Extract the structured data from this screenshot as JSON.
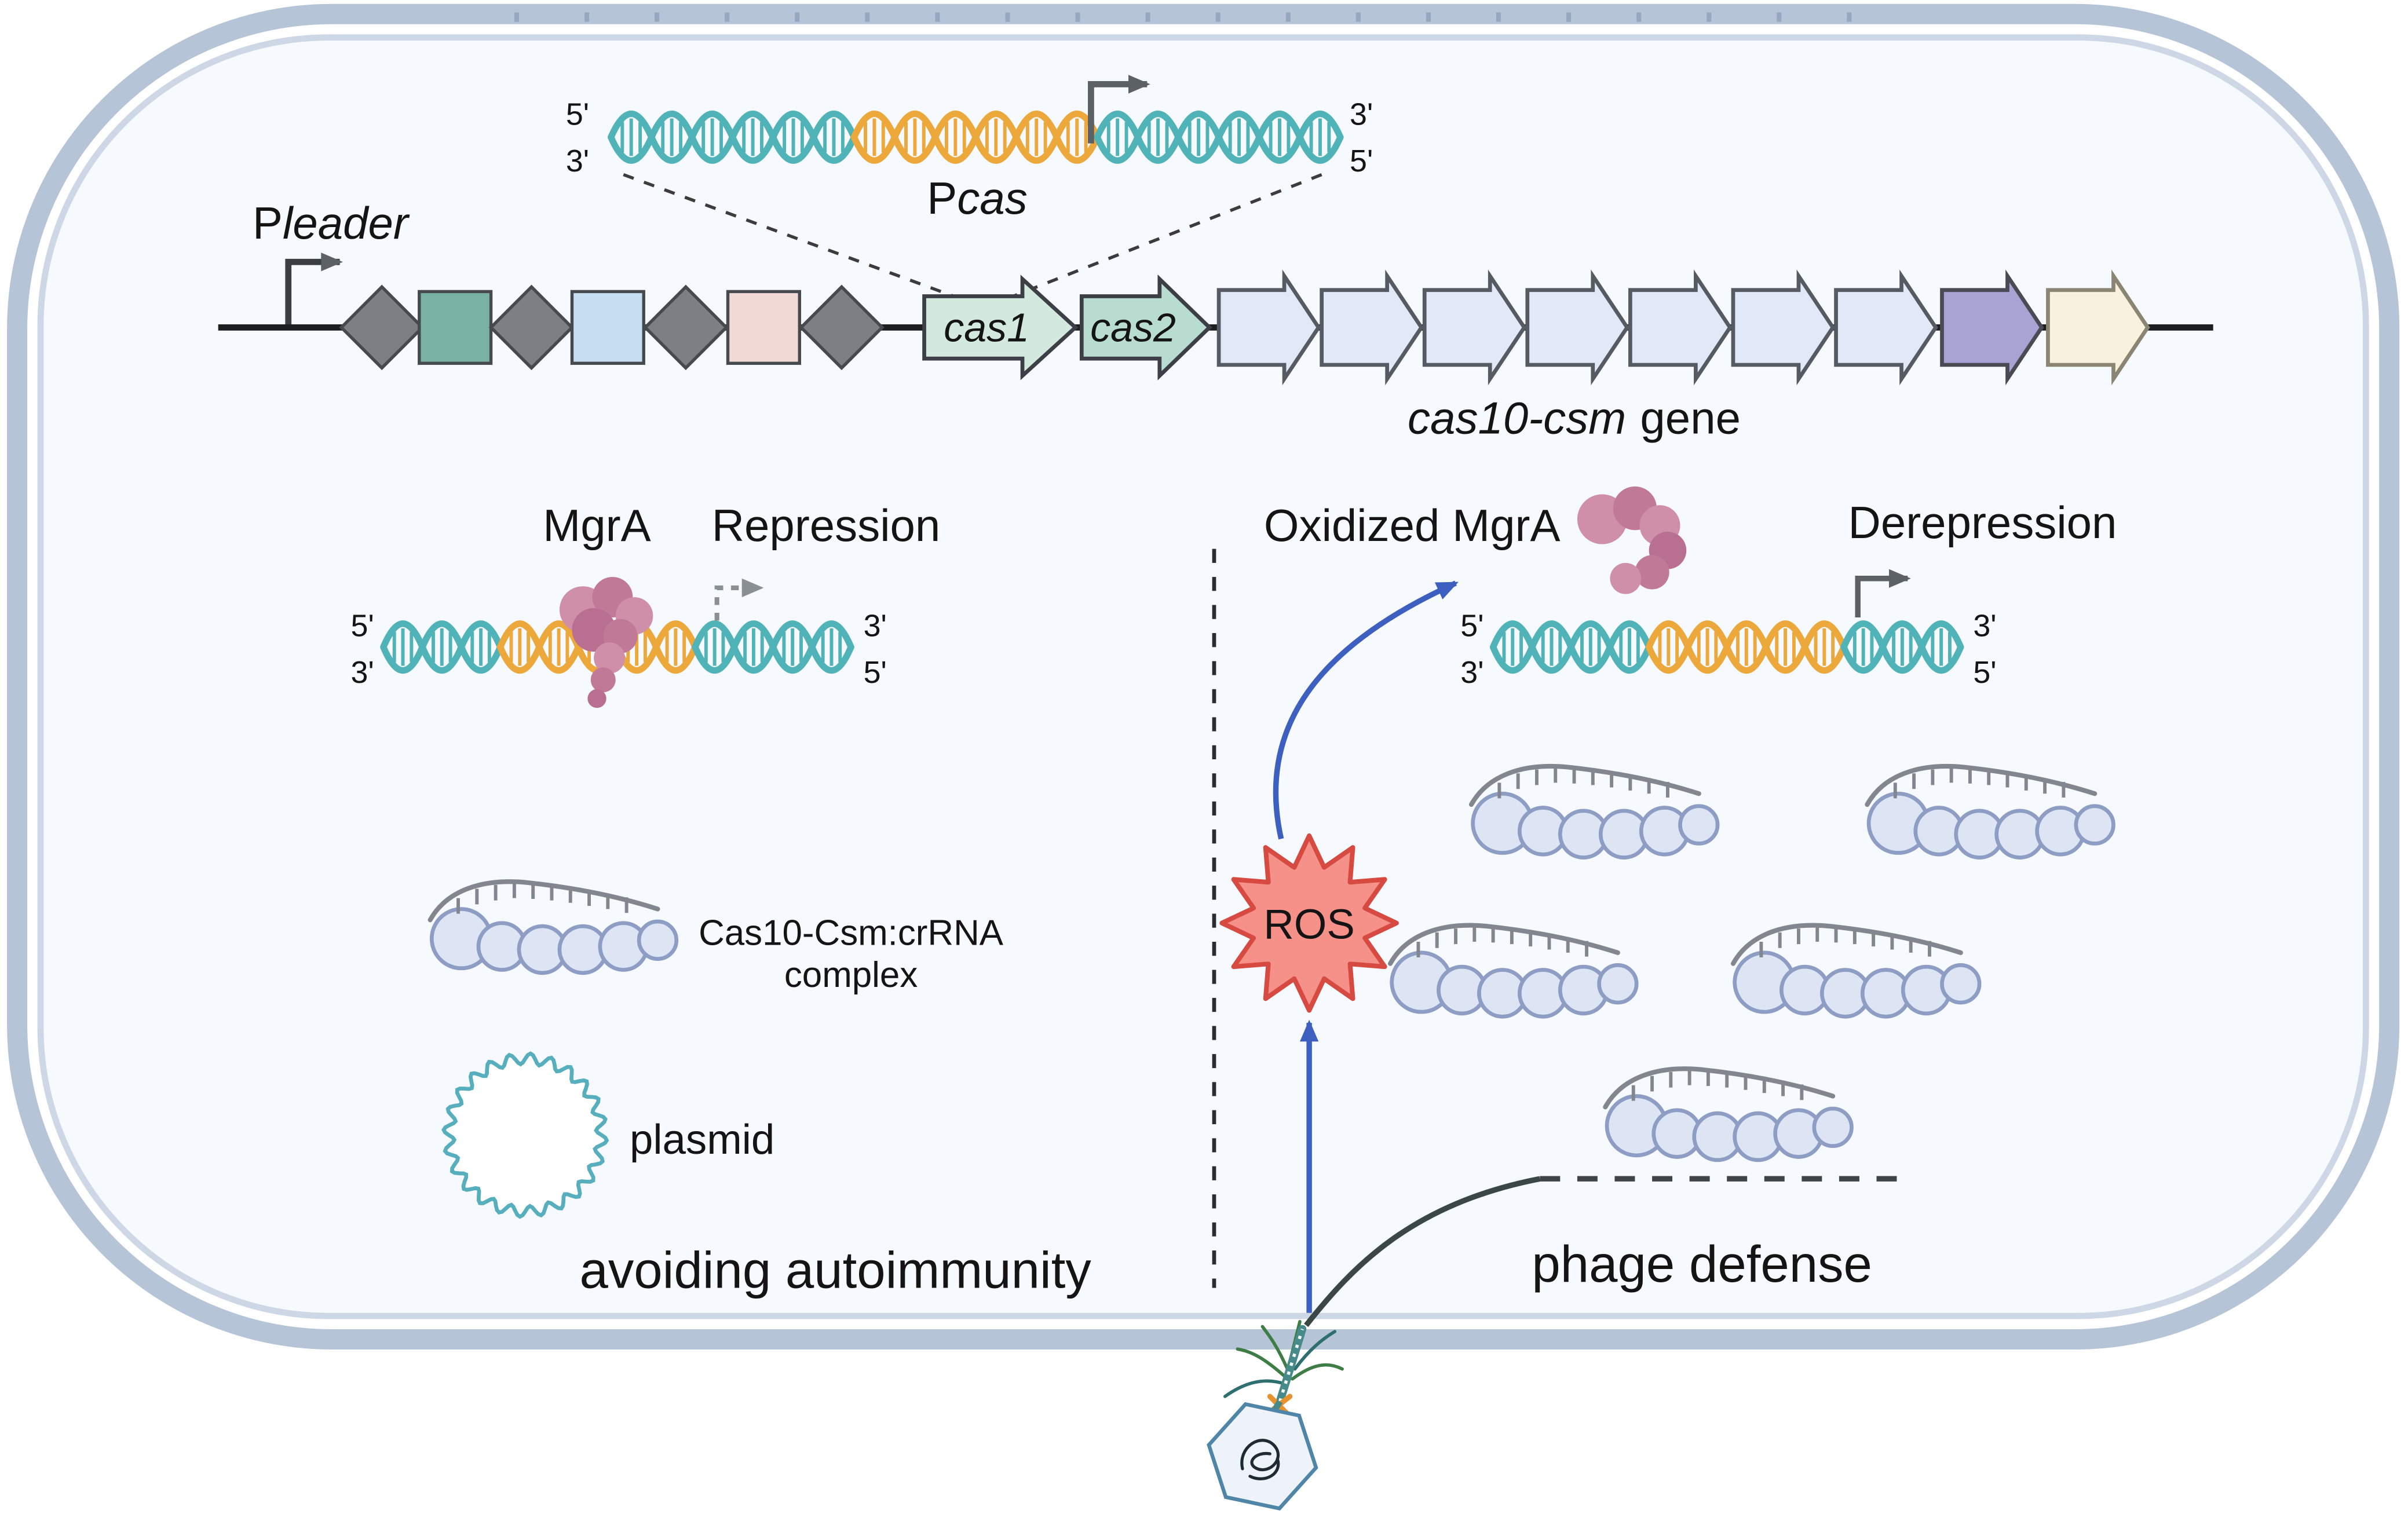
{
  "labels": {
    "pcas_p": "P",
    "pcas_cas": "cas",
    "pleader_p": "P",
    "pleader_leader": "leader",
    "cas1": "cas1",
    "cas2": "cas2",
    "cas10_italic": "cas10-csm",
    "cas10_rest": "gene",
    "mgra": "MgrA",
    "repression": "Repression",
    "oxidized_mgra": "Oxidized MgrA",
    "derepression": "Derepression",
    "ros": "ROS",
    "complex_line1": "Cas10-Csm:crRNA",
    "complex_line2": "complex",
    "plasmid": "plasmid",
    "left_caption": "avoiding autoimmunity",
    "right_caption": "phage defense"
  },
  "dna_ends": {
    "top_left_5": "5'",
    "top_left_3": "3'",
    "top_right_3": "3'",
    "top_right_5": "5'",
    "rep_left_5": "5'",
    "rep_left_3": "3'",
    "rep_right_3": "3'",
    "rep_right_5": "5'",
    "der_left_5": "5'",
    "der_left_3": "3'",
    "der_right_3": "3'",
    "der_right_5": "5'"
  },
  "colors": {
    "membrane_outer": "#b6c4d8",
    "membrane_inner": "#cdd7e5",
    "cell_fill": "#f6f9fd",
    "dna_teal": "#4fb3b8",
    "dna_orange": "#eda83c",
    "mgra_pink": "#c9849f",
    "ros_fill": "#f59189",
    "ros_stroke": "#d64a41",
    "complex_fill": "#dde4f4",
    "complex_stroke": "#8d9dc3",
    "arrow_blue": "#3d5fc0",
    "gene_blue": "#e1e8f8",
    "gene_purple": "#a9a3d4",
    "gene_cream": "#f8f1dd",
    "cas1_fill": "#d4e9dd",
    "cas2_fill": "#b9dcd0",
    "square_teal": "#79b1a4",
    "square_blue": "#c8def2",
    "square_pink": "#f1d9d5",
    "diamond_gray": "#7c8085"
  }
}
